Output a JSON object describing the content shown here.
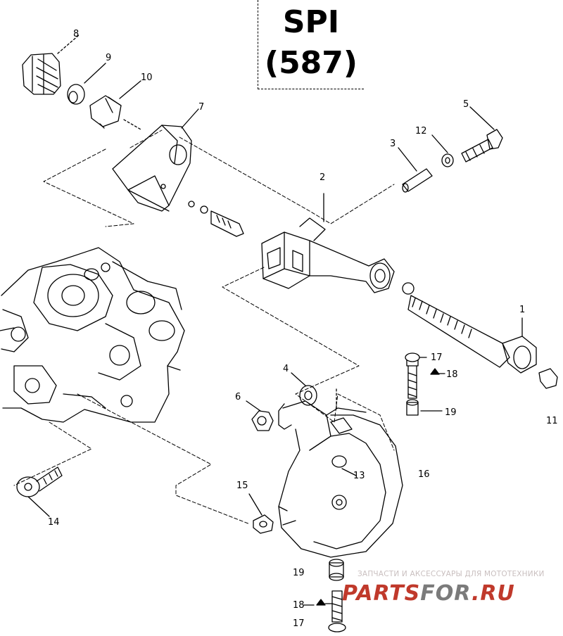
{
  "title": {
    "line1": "SPI",
    "line2": "(587)"
  },
  "watermark": {
    "subtitle": "ЗАПЧАСТИ И АКСЕССУАРЫ ДЛЯ МОТОТЕХНИКИ",
    "logo_part1": "PARTS",
    "logo_part2": "FOR",
    "logo_part3": ".RU",
    "colors": {
      "red": "#c0392b",
      "gray": "#7b7b7b",
      "light": "#c9bfbf"
    }
  },
  "callouts": [
    {
      "id": "c1",
      "label": "1"
    },
    {
      "id": "c2",
      "label": "2"
    },
    {
      "id": "c3",
      "label": "3"
    },
    {
      "id": "c4",
      "label": "4"
    },
    {
      "id": "c5",
      "label": "5"
    },
    {
      "id": "c6",
      "label": "6"
    },
    {
      "id": "c7",
      "label": "7"
    },
    {
      "id": "c8",
      "label": "8"
    },
    {
      "id": "c9",
      "label": "9"
    },
    {
      "id": "c10",
      "label": "10"
    },
    {
      "id": "c11",
      "label": "11"
    },
    {
      "id": "c12",
      "label": "12"
    },
    {
      "id": "c13",
      "label": "13"
    },
    {
      "id": "c14",
      "label": "14"
    },
    {
      "id": "c15",
      "label": "15"
    },
    {
      "id": "c16",
      "label": "16"
    },
    {
      "id": "c17a",
      "label": "17"
    },
    {
      "id": "c18a",
      "label": "18"
    },
    {
      "id": "c19a",
      "label": "19"
    },
    {
      "id": "c19b",
      "label": "19"
    },
    {
      "id": "c18b",
      "label": "18"
    },
    {
      "id": "c17b",
      "label": "17"
    }
  ]
}
